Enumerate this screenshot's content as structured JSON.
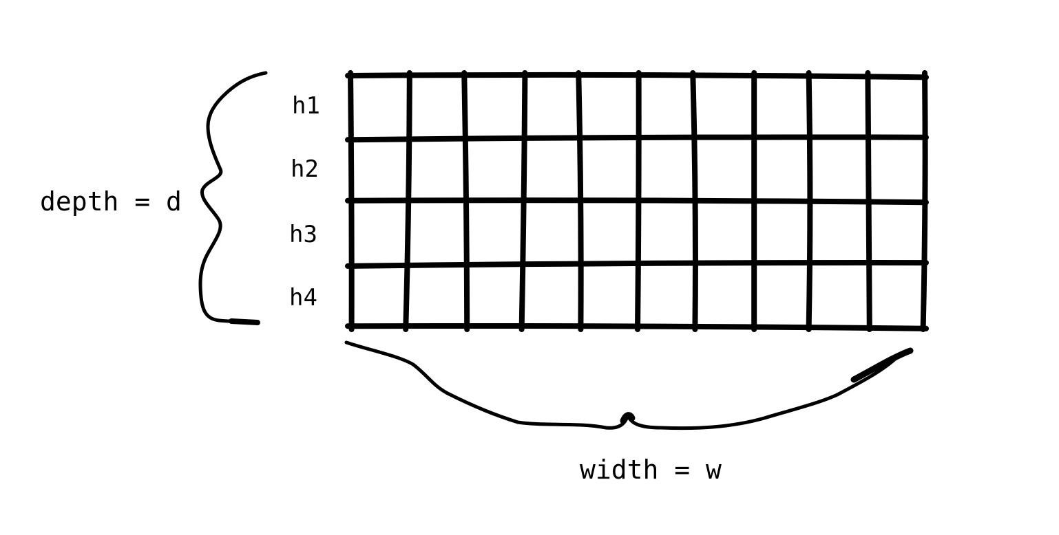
{
  "diagram": {
    "depth_label": "depth = d",
    "width_label": "width = w",
    "row_labels": [
      "h1",
      "h2",
      "h3",
      "h4"
    ],
    "rows": 4,
    "columns": 10
  }
}
